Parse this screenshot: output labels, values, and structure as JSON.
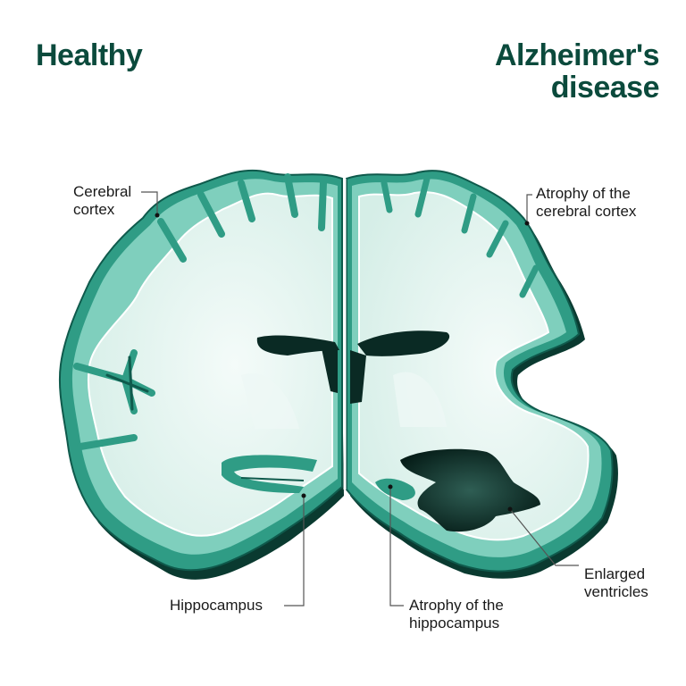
{
  "titles": {
    "healthy": "Healthy",
    "alzheimers_line1": "Alzheimer's",
    "alzheimers_line2": "disease"
  },
  "labels": {
    "cerebral_cortex_line1": "Cerebral",
    "cerebral_cortex_line2": "cortex",
    "atrophy_cortex_line1": "Atrophy of the",
    "atrophy_cortex_line2": "cerebral cortex",
    "hippocampus": "Hippocampus",
    "atrophy_hippocampus_line1": "Atrophy of the",
    "atrophy_hippocampus_line2": "hippocampus",
    "enlarged_ventricles_line1": "Enlarged",
    "enlarged_ventricles_line2": "ventricles"
  },
  "colors": {
    "title": "#0b4a3c",
    "cortex_dark": "#0f5a4c",
    "cortex_mid": "#3fae98",
    "cortex_light": "#7fcfbd",
    "white_matter": "#e3f4ef",
    "ventricle": "#0a2a24",
    "shadow": "#0a3a30"
  }
}
